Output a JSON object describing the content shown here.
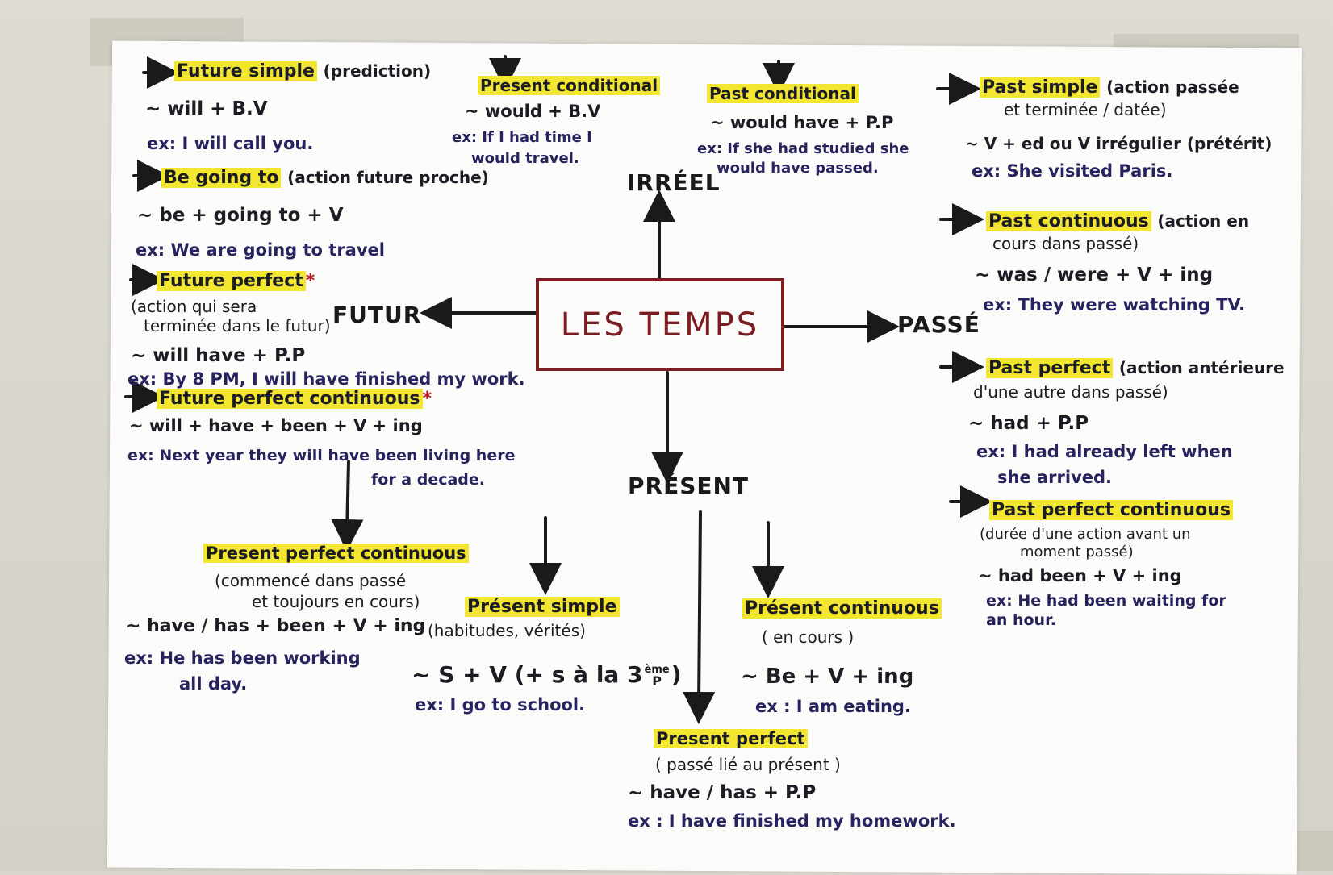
{
  "center": "LES TEMPS",
  "branches": {
    "irreel": "IRRÉEL",
    "futur": "FUTUR",
    "passe": "PASSÉ",
    "present": "PRÉSENT"
  },
  "future": {
    "simple": {
      "title": "Future simple",
      "note": "(prediction)",
      "formula": "~ will + B.V",
      "example": "ex: I will call you."
    },
    "going_to": {
      "title": "Be going to",
      "note": "(action future proche)",
      "formula": "~ be + going to + V",
      "example": "ex: We are going to travel"
    },
    "perfect": {
      "title": "Future perfect",
      "star": "*",
      "note1": "(action qui sera",
      "note2": "terminée dans le futur)",
      "formula": "~ will have + P.P",
      "example": "ex: By 8 PM, I will have finished my work."
    },
    "perfect_continuous": {
      "title": "Future perfect continuous",
      "star": "*",
      "formula": "~ will + have + been + V + ing",
      "example1": "ex: Next year they will have been living here",
      "example2": "for a decade."
    }
  },
  "irreel": {
    "present_conditional": {
      "title": "Present conditional",
      "formula": "~ would + B.V",
      "example1": "ex: If I had time I",
      "example2": "would travel."
    },
    "past_conditional": {
      "title": "Past conditional",
      "formula": "~ would have + P.P",
      "example1": "ex: If she had studied she",
      "example2": "would have passed."
    }
  },
  "passe": {
    "simple": {
      "title": "Past simple",
      "note1": "(action passée",
      "note2": "et terminée / datée)",
      "formula": "~ V + ed ou V irrégulier (prétérit)",
      "example": "ex: She visited Paris."
    },
    "continuous": {
      "title": "Past continuous",
      "note1": "(action en",
      "note2": "cours dans passé)",
      "formula": "~ was / were + V + ing",
      "example": "ex: They were watching TV."
    },
    "perfect": {
      "title": "Past perfect",
      "note1": "(action antérieure",
      "note2": "d'une autre dans passé)",
      "formula": "~ had + P.P",
      "example1": "ex: I had already left when",
      "example2": "she arrived."
    },
    "perfect_continuous": {
      "title": "Past perfect continuous",
      "note1": "(durée d'une action avant un",
      "note2": "moment passé)",
      "formula": "~ had been + V + ing",
      "example1": "ex: He had been waiting for",
      "example2": "an hour."
    }
  },
  "present": {
    "perfect_continuous": {
      "title": "Present perfect continuous",
      "note1": "(commencé dans passé",
      "note2": "et toujours en cours)",
      "formula": "~ have / has + been + V + ing",
      "example1": "ex: He has been working",
      "example2": "all day."
    },
    "simple": {
      "title": "Présent simple",
      "note": "(habitudes, vérités)",
      "formula": "~ S + V (+ s à la 3",
      "formula_sup": "ème",
      "formula_sub": "P",
      "formula_end": ")",
      "example": "ex: I go to school."
    },
    "continuous": {
      "title": "Présent continuous",
      "note": "( en cours )",
      "formula": "~ Be + V + ing",
      "example": "ex : I am eating."
    },
    "perfect": {
      "title": "Present perfect",
      "note": "( passé lié au présent )",
      "formula": "~ have / has + P.P",
      "example": "ex : I have finished my homework."
    }
  }
}
